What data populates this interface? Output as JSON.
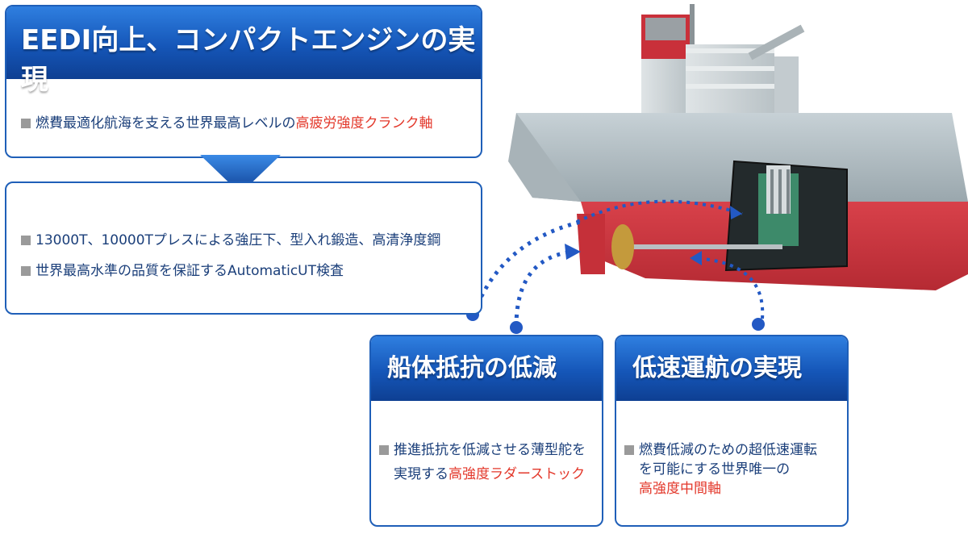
{
  "top_box": {
    "title": "EEDI向上、コンパクトエンジンの実現",
    "item1_text": "燃費最適化航海を支える世界最高レベルの",
    "item1_highlight": "高疲労強度クランク軸"
  },
  "middle_box": {
    "item1_text": "13000T、10000Tプレスによる強圧下、型入れ鍛造、高清浄度鋼",
    "item2_text": "世界最高水準の品質を保証するAutomaticUT検査"
  },
  "resistance_box": {
    "title": "船体抵抗の低減",
    "line1": "推進抵抗を低減させる薄型舵を",
    "line2_text": "実現する",
    "line2_highlight": "高強度ラダーストック"
  },
  "lowspeed_box": {
    "title": "低速運航の実現",
    "line1": "燃費低減のための超低速運転",
    "line2": "を可能にする世界唯一の",
    "line3_highlight": "高強度中間軸"
  },
  "colors": {
    "header_blue": "#1556b8",
    "border_blue": "#1f5fb8",
    "text_blue": "#1b3f7a",
    "highlight_red": "#e3382b",
    "bullet_gray": "#9a9a9a"
  }
}
